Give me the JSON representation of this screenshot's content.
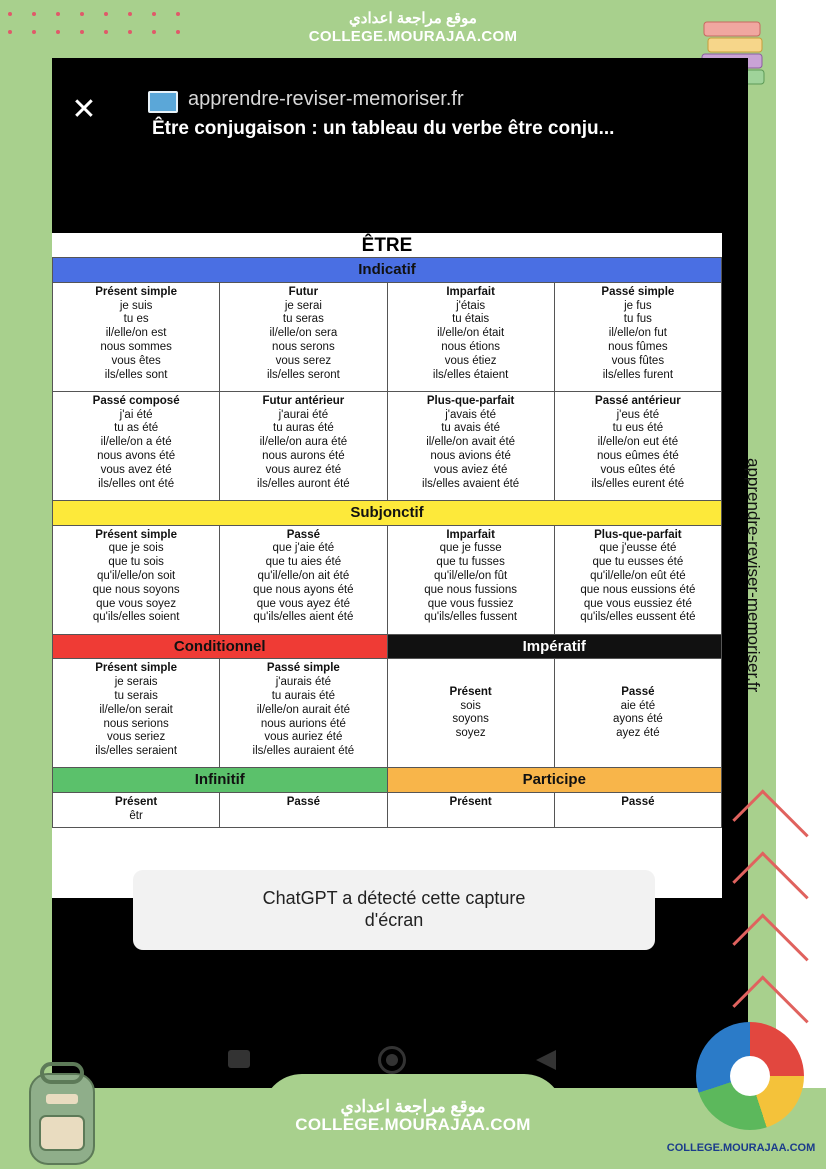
{
  "brand": {
    "site_ar": "موقع مراجعة اعدادي",
    "site_en": "COLLEGE.MOURAJAA.COM",
    "logo_text": "COLLEGE.MOURAJAA.COM"
  },
  "browser": {
    "url": "apprendre-reviser-memoriser.fr",
    "page_title": "Être conjugaison : un tableau du verbe être conju..."
  },
  "sheet": {
    "title": "ÊTRE",
    "side_text": "apprendre-reviser-memoriser.fr",
    "indicatif": {
      "label": "Indicatif",
      "row1": [
        {
          "title": "Présent simple",
          "forms": [
            "je suis",
            "tu es",
            "il/elle/on est",
            "nous sommes",
            "vous êtes",
            "ils/elles sont"
          ]
        },
        {
          "title": "Futur",
          "forms": [
            "je serai",
            "tu seras",
            "il/elle/on sera",
            "nous serons",
            "vous serez",
            "ils/elles seront"
          ]
        },
        {
          "title": "Imparfait",
          "forms": [
            "j'étais",
            "tu étais",
            "il/elle/on était",
            "nous étions",
            "vous étiez",
            "ils/elles étaient"
          ]
        },
        {
          "title": "Passé simple",
          "forms": [
            "je fus",
            "tu fus",
            "il/elle/on fut",
            "nous fûmes",
            "vous fûtes",
            "ils/elles furent"
          ]
        }
      ],
      "row2": [
        {
          "title": "Passé composé",
          "forms": [
            "j'ai été",
            "tu as été",
            "il/elle/on a été",
            "nous avons été",
            "vous avez été",
            "ils/elles ont été"
          ]
        },
        {
          "title": "Futur antérieur",
          "forms": [
            "j'aurai été",
            "tu auras été",
            "il/elle/on aura été",
            "nous aurons été",
            "vous aurez été",
            "ils/elles auront été"
          ]
        },
        {
          "title": "Plus-que-parfait",
          "forms": [
            "j'avais été",
            "tu avais été",
            "il/elle/on avait été",
            "nous avions été",
            "vous aviez été",
            "ils/elles avaient été"
          ]
        },
        {
          "title": "Passé antérieur",
          "forms": [
            "j'eus été",
            "tu eus été",
            "il/elle/on eut été",
            "nous eûmes été",
            "vous eûtes été",
            "ils/elles eurent été"
          ]
        }
      ]
    },
    "subjonctif": {
      "label": "Subjonctif",
      "row": [
        {
          "title": "Présent simple",
          "forms": [
            "que je sois",
            "que tu sois",
            "qu'il/elle/on soit",
            "que nous soyons",
            "que vous soyez",
            "qu'ils/elles soient"
          ]
        },
        {
          "title": "Passé",
          "forms": [
            "que j'aie été",
            "que tu aies été",
            "qu'il/elle/on ait été",
            "que nous ayons été",
            "que vous ayez été",
            "qu'ils/elles aient été"
          ]
        },
        {
          "title": "Imparfait",
          "forms": [
            "que je fusse",
            "que tu fusses",
            "qu'il/elle/on fût",
            "que nous fussions",
            "que vous fussiez",
            "qu'ils/elles fussent"
          ]
        },
        {
          "title": "Plus-que-parfait",
          "forms": [
            "que j'eusse été",
            "que tu eusses été",
            "qu'il/elle/on eût été",
            "que nous eussions été",
            "que vous eussiez été",
            "qu'ils/elles eussent été"
          ]
        }
      ]
    },
    "conditionnel": {
      "label": "Conditionnel",
      "row": [
        {
          "title": "Présent simple",
          "forms": [
            "je serais",
            "tu serais",
            "il/elle/on serait",
            "nous serions",
            "vous seriez",
            "ils/elles seraient"
          ]
        },
        {
          "title": "Passé simple",
          "forms": [
            "j'aurais été",
            "tu aurais été",
            "il/elle/on aurait été",
            "nous aurions été",
            "vous auriez été",
            "ils/elles auraient été"
          ]
        }
      ]
    },
    "imperatif": {
      "label": "Impératif",
      "row": [
        {
          "title": "Présent",
          "forms": [
            "sois",
            "soyons",
            "soyez"
          ]
        },
        {
          "title": "Passé",
          "forms": [
            "aie été",
            "ayons été",
            "ayez été"
          ]
        }
      ]
    },
    "infinitif": {
      "label": "Infinitif",
      "row": [
        {
          "title": "Présent",
          "forms": [
            "êtr"
          ]
        },
        {
          "title": "Passé",
          "forms": []
        }
      ]
    },
    "participe": {
      "label": "Participe",
      "row": [
        {
          "title": "Présent",
          "forms": []
        },
        {
          "title": "Passé",
          "forms": []
        }
      ]
    }
  },
  "toast": {
    "line1": "ChatGPT a détecté cette capture",
    "line2": "d'écran"
  },
  "colors": {
    "frame_green": "#a8d08d",
    "indicatif": "#4a6fe3",
    "subjonctif": "#fde93a",
    "conditionnel": "#ef3b35",
    "imperatif": "#111111",
    "infinitif": "#5bc16b",
    "participe": "#f8b54a"
  },
  "icons": [
    "close-icon",
    "favicon-icon",
    "nav-recents-icon",
    "nav-home-icon",
    "nav-back-icon"
  ]
}
